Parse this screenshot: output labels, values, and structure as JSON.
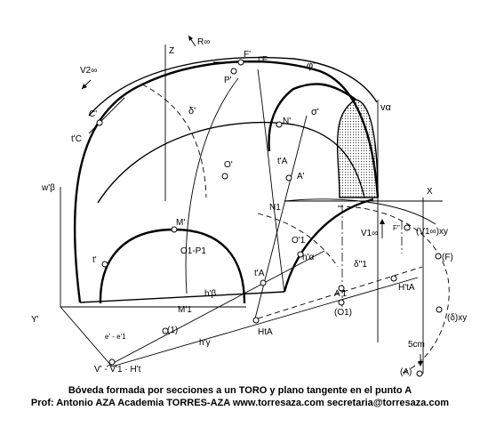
{
  "caption": {
    "line1": "Bóveda formada por secciones a un TORO y plano tangente en el punto A",
    "line2": "Prof: Antonio AZA   Academia TORRES-AZA  www.torresaza.com  secretaria@torresaza.com"
  },
  "labels": {
    "z": "Z",
    "r_inf": "R∞",
    "v2_inf": "V2∞",
    "f_prime": "F'",
    "tf_prime": "t'F",
    "phi_prime": "φ'",
    "p_prime": "P'",
    "c_prime": "C'",
    "tc_prime": "t'C",
    "delta_prime": "δ'",
    "n_prime": "N'",
    "sigma_prime": "σ'",
    "v_alpha": "vα",
    "o_prime": "O'",
    "ta_prime": "t'A",
    "a_prime": "A'",
    "x": "X",
    "w_beta": "w'β",
    "n1": "N1",
    "m_prime": "M'",
    "o1_prime": "O'1",
    "h_alpha": "h'α",
    "v1_inf": "V1∞",
    "f_dprime": "F''",
    "v1inf_xy": "(V1∞)xy",
    "f_paren": "(F)",
    "t_prime": "t'",
    "o_p1": "O1-P1",
    "delta_dprime": "δ''1",
    "ta1_prime": "t'A",
    "a1_prime": "A'1",
    "ht_a": "H'tA",
    "h_beta": "h'β",
    "m1_prime": "M'1",
    "o1_paren": "(O1)",
    "y_prime": "Y'",
    "delta_xy": "(δ)xy",
    "e_e1": "e' - e'1",
    "one": "(1)",
    "ht_a2": "HtA",
    "h_gamma": "h'γ",
    "scale": "5cm",
    "a_paren": "(A)",
    "v_bottom": "V'  - V'1 · H't"
  }
}
